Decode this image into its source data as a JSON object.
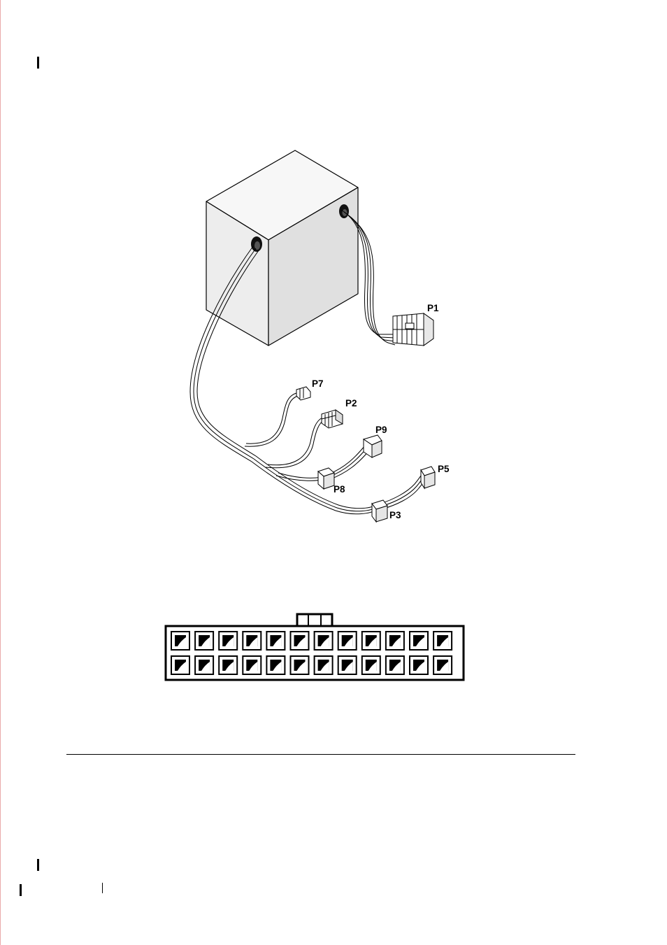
{
  "diagram": {
    "connector_labels": [
      "P1",
      "P7",
      "P2",
      "P9",
      "P5",
      "P8",
      "P3"
    ]
  },
  "colors": {
    "ink": "#000000",
    "box_face_light": "#f1f1f1",
    "box_face_shade": "#dedede",
    "page_edge": "#e9a9a9"
  },
  "pinout": {
    "rows": 2,
    "columns": 12
  }
}
